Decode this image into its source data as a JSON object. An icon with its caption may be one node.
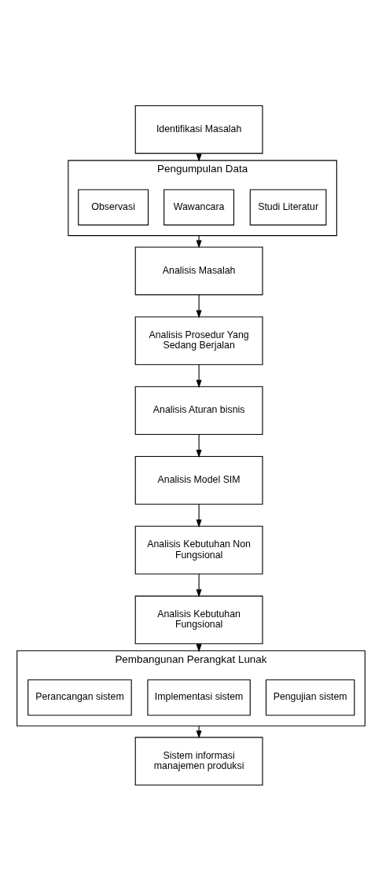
{
  "diagram": {
    "nodes": [
      {
        "text": [
          "Identifikasi Masalah"
        ]
      },
      {
        "text": [
          "Pengumpulan Data"
        ]
      },
      {
        "text": [
          "Observasi"
        ],
        "in": 1
      },
      {
        "text": [
          "Wawancara"
        ],
        "in": 1
      },
      {
        "text": [
          "Studi Literatur"
        ],
        "in": 1
      },
      {
        "text": [
          "Analisis Masalah"
        ]
      },
      {
        "text": [
          "Analisis Prosedur Yang Sedang Berjalan"
        ]
      },
      {
        "text": [
          "Analisis Aturan bisnis"
        ]
      },
      {
        "text": [
          "Analisis Model SIM"
        ]
      },
      {
        "text": [
          "Analisis Kebutuhan Non Fungsional"
        ]
      },
      {
        "text": [
          "Analisis Kebutuhan Fungsional"
        ]
      },
      {
        "text": [
          "Pembangunan Perangkat Lunak"
        ]
      },
      {
        "text": [
          "Perancangan sistem"
        ],
        "in": 11
      },
      {
        "text": [
          "Implementasi sistem"
        ],
        "in": 11
      },
      {
        "text": [
          "Pengujian sistem"
        ],
        "in": 11
      },
      {
        "text": [
          "Sistem informasi manajemen produksi"
        ]
      }
    ],
    "edges": [
      {
        "from": 0,
        "to": 1,
        "arrow": "to"
      },
      {
        "from": 1,
        "to": 5,
        "arrow": "to"
      },
      {
        "from": 5,
        "to": 6,
        "arrow": "to"
      },
      {
        "from": 6,
        "to": 7,
        "arrow": "to"
      },
      {
        "from": 7,
        "to": 8,
        "arrow": "to"
      },
      {
        "from": 8,
        "to": 9,
        "arrow": "to"
      },
      {
        "from": 9,
        "to": 10,
        "arrow": "to"
      },
      {
        "from": 10,
        "to": 11,
        "arrow": "to"
      },
      {
        "from": 11,
        "to": 15,
        "arrow": "to"
      }
    ]
  }
}
